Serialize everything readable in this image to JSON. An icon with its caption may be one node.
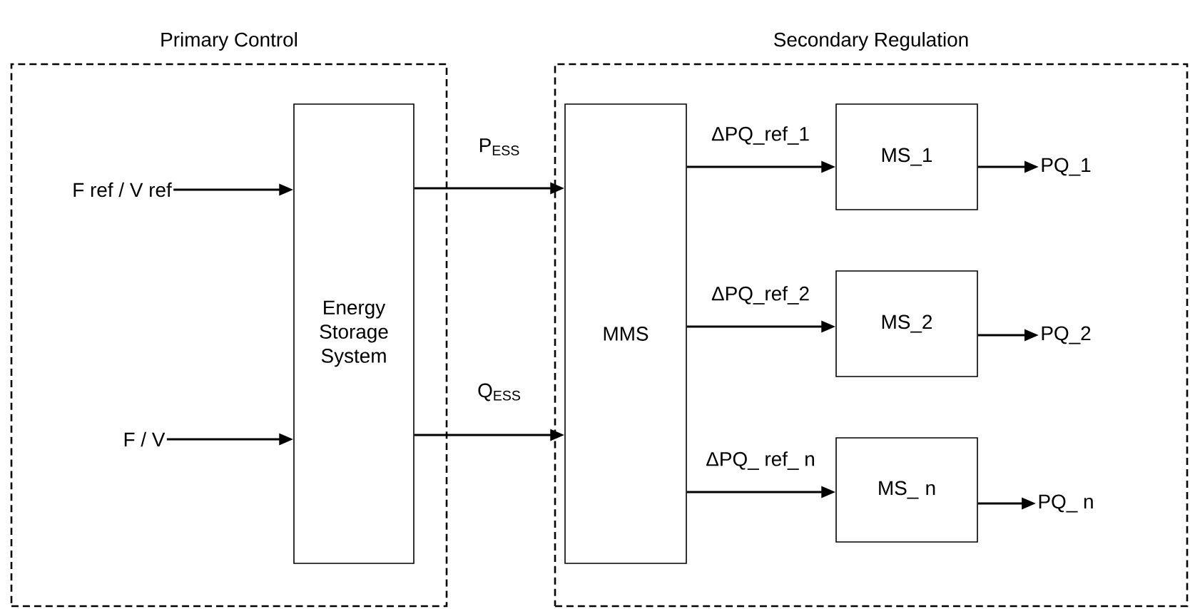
{
  "diagram": {
    "nodes": [
      {
        "text": [
          "Primary Control"
        ]
      },
      {
        "text": [
          "F ref / V ref"
        ],
        "in": 0
      },
      {
        "text": [
          "F / V"
        ],
        "in": 0
      },
      {
        "text": [
          "Energy Storage System"
        ],
        "in": 0
      },
      {
        "text": [
          "Secondary Regulation"
        ]
      },
      {
        "text": [
          "MMS"
        ],
        "in": 4
      },
      {
        "text": [
          "MS_1"
        ],
        "in": 4
      },
      {
        "text": [
          "MS_2"
        ],
        "in": 4
      },
      {
        "text": [
          "MS_ n"
        ],
        "in": 4
      },
      {
        "text": [
          "PQ_1"
        ],
        "in": 4
      },
      {
        "text": [
          "PQ_2"
        ],
        "in": 4
      },
      {
        "text": [
          "PQ_ n"
        ],
        "in": 4
      }
    ],
    "edges": [
      {
        "from": 1,
        "to": 3,
        "arrow": "to"
      },
      {
        "from": 2,
        "to": 3,
        "arrow": "to"
      },
      {
        "from": 3,
        "to": 5,
        "arrow": "to",
        "label": "P$_{ESS}$"
      },
      {
        "from": 3,
        "to": 5,
        "arrow": "to",
        "label": "Q$_{ESS}$"
      },
      {
        "from": 5,
        "to": 6,
        "arrow": "to",
        "label": "ΔPQ_ref_1"
      },
      {
        "from": 5,
        "to": 7,
        "arrow": "to",
        "label": "ΔPQ_ref_2"
      },
      {
        "from": 5,
        "to": 8,
        "arrow": "to",
        "label": "ΔPQ_ ref_ n"
      },
      {
        "from": 6,
        "to": 9,
        "arrow": "to"
      },
      {
        "from": 7,
        "to": 10,
        "arrow": "to"
      },
      {
        "from": 8,
        "to": 11,
        "arrow": "to"
      }
    ]
  }
}
